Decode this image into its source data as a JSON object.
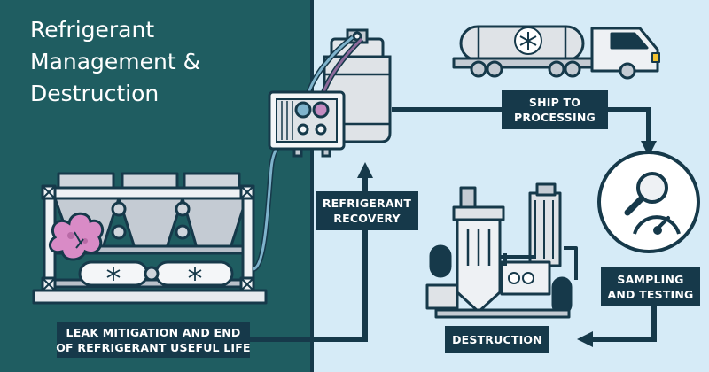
{
  "title": {
    "line1": "Refrigerant",
    "line2": "Management &",
    "line3": "Destruction"
  },
  "steps": {
    "leak": {
      "line1": "LEAK MITIGATION AND END",
      "line2": "OF REFRIGERANT USEFUL LIFE"
    },
    "recovery": {
      "line1": "REFRIGERANT",
      "line2": "RECOVERY"
    },
    "ship": {
      "line1": "SHIP TO",
      "line2": "PROCESSING"
    },
    "sampling": {
      "line1": "SAMPLING",
      "line2": "AND TESTING"
    },
    "destruction": {
      "line1": "DESTRUCTION"
    }
  },
  "colors": {
    "left_panel": "#1f5d61",
    "right_panel": "#d6ebf7",
    "outline": "#16394a",
    "label_bg": "#16394a",
    "leak_cloud": "#d98bc6",
    "hose_blue": "#7fb3cc",
    "hose_purple": "#8c6a9a"
  },
  "icons": [
    "snowflake-icon",
    "magnifier-icon",
    "gauge-icon"
  ]
}
